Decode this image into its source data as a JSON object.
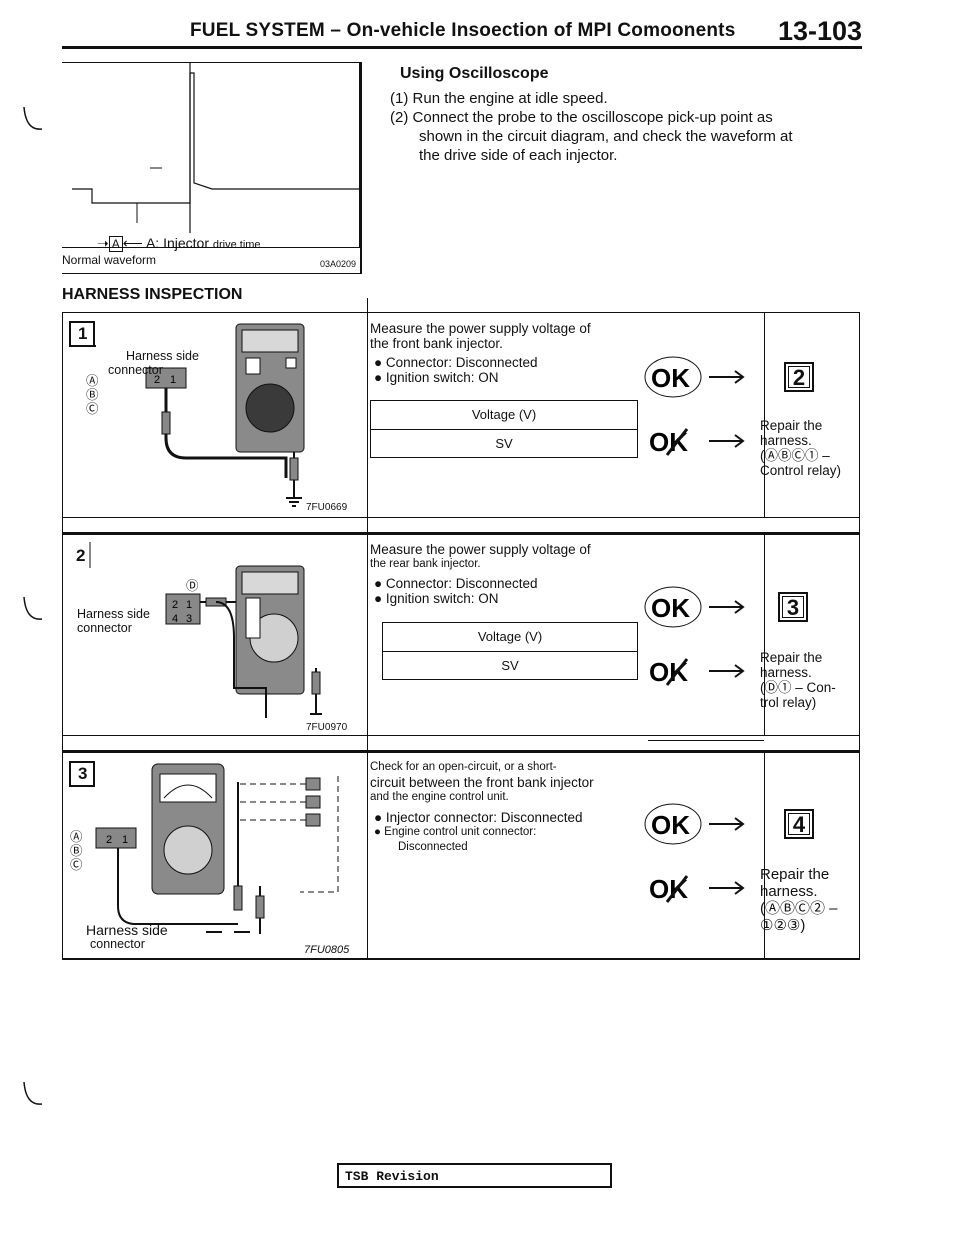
{
  "header": {
    "title": "FUEL SYSTEM – On-vehicle Insoection of MPI Comoonents",
    "page_number": "13-103"
  },
  "waveform_figure": {
    "caption_text": "A: Injector",
    "caption_small": "drive time",
    "caption_marker": "A",
    "label": "Normal waveform",
    "code": "03A0209"
  },
  "oscilloscope": {
    "title": "Using Oscilloscope",
    "steps": [
      {
        "num": "(1)",
        "text": "Run the engine at idle speed."
      },
      {
        "num": "(2)",
        "text": "Connect the probe to the oscilloscope pick-up point as",
        "cont1": "shown in the circuit diagram, and check the waveform at",
        "cont2": "the drive side of each injector."
      }
    ]
  },
  "harness": {
    "title": "HARNESS INSPECTION",
    "sections": [
      {
        "number": "1",
        "figure_label_1": "Harness side",
        "figure_label_2": "connector",
        "figure_code": "7FU0669",
        "heading": "Measure the power supply voltage of",
        "heading2": "the front bank injector.",
        "bullets": [
          "Connector: Disconnected",
          "Ignition switch: ON"
        ],
        "table_header": "Voltage (V)",
        "table_value": "SV",
        "ok_label": "OK",
        "ng_label": "OK",
        "next_step": "2",
        "repair_1": "Repair the",
        "repair_2": "harness.",
        "repair_3": "(ⒶⒷⒸ① –",
        "repair_4": "Control relay)"
      },
      {
        "number": "2",
        "figure_label_1": "Harness side",
        "figure_label_2": "connector",
        "figure_code": "7FU0970",
        "heading": "Measure the power supply voltage of",
        "heading2": "the rear bank injector.",
        "bullets": [
          "Connector: Disconnected",
          "Ignition switch: ON"
        ],
        "table_header": "Voltage (V)",
        "table_value": "SV",
        "ok_label": "OK",
        "ng_label": "OK",
        "next_step": "3",
        "repair_1": "Repair the",
        "repair_2": "harness.",
        "repair_3": "(Ⓓ① – Con-",
        "repair_4": "trol relay)"
      },
      {
        "number": "3",
        "figure_label_1": "Harness side",
        "figure_label_2": "connector",
        "figure_code": "7FU0805",
        "heading": "Check for an open-circuit, or a short-",
        "heading2": "circuit between the front bank injector",
        "heading3": "and the engine control unit.",
        "bullets": [
          "Injector connector: Disconnected",
          "Engine control unit connector:",
          "Disconnected"
        ],
        "ok_label": "OK",
        "ng_label": "OK",
        "next_step": "4",
        "repair_1": "Repair the",
        "repair_2": "harness.",
        "repair_3": "(ⒶⒷⒸ② –",
        "repair_4": "①②③)"
      }
    ]
  },
  "footer": {
    "tsb_label": "TSB Revision"
  },
  "colors": {
    "ink": "#111111",
    "meter_body": "#8a8a8a",
    "meter_dark": "#3a3a3a"
  }
}
